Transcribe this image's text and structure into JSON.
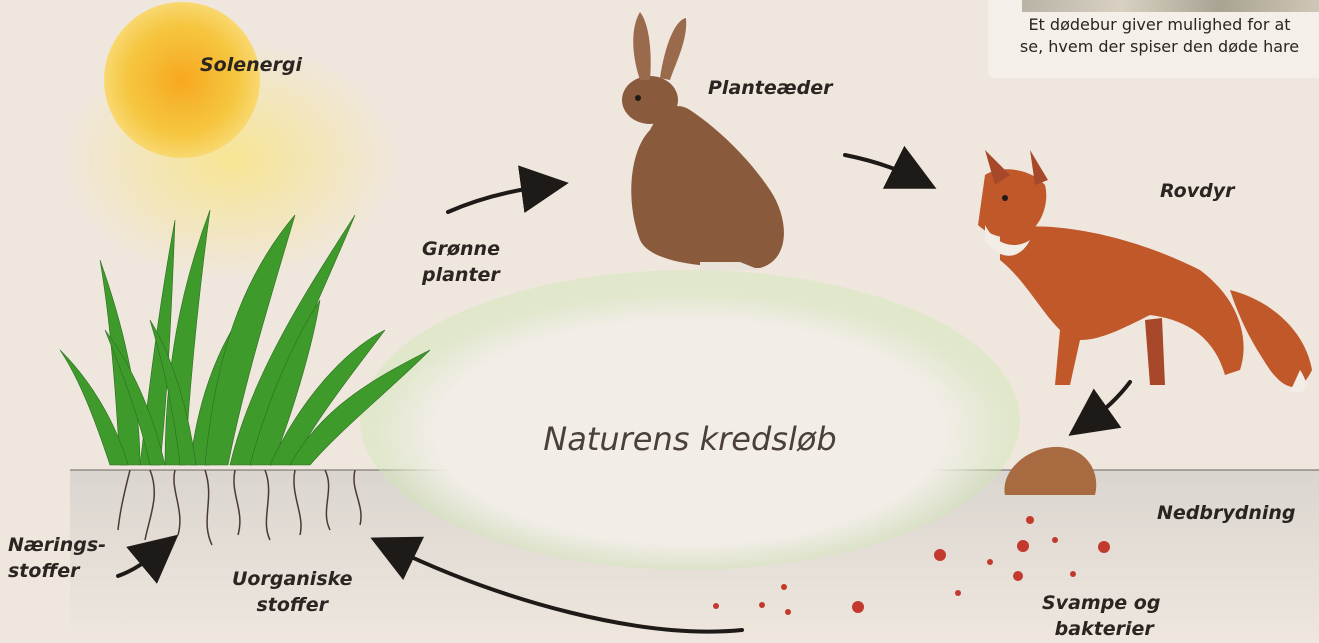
{
  "title": "Naturens kredsløb",
  "caption": {
    "line1": "Et dødebur giver mulighed for at",
    "line2": "se, hvem der spiser den døde hare"
  },
  "labels": {
    "sun": "Solenergi",
    "plants": [
      "Grønne",
      "planter"
    ],
    "herbivore": "Planteæder",
    "predator": "Rovdyr",
    "decomposition": "Nedbrydning",
    "fungi": [
      "Svampe og",
      "bakterier"
    ],
    "inorganic": [
      "Uorganiske",
      "stoffer"
    ],
    "nutrients": [
      "Nærings-",
      "stoffer"
    ]
  },
  "colors": {
    "background": "#efe7de",
    "sun": "#f5c23a",
    "grass": "#3f9a2c",
    "hare": "#8a5a3c",
    "fox": "#c0582a",
    "soil": "#c9c5c0",
    "spores": "#c23a2e"
  },
  "icons": [
    "sun-illustration",
    "grass-illustration",
    "hare-illustration",
    "fox-illustration",
    "carcass-illustration"
  ]
}
